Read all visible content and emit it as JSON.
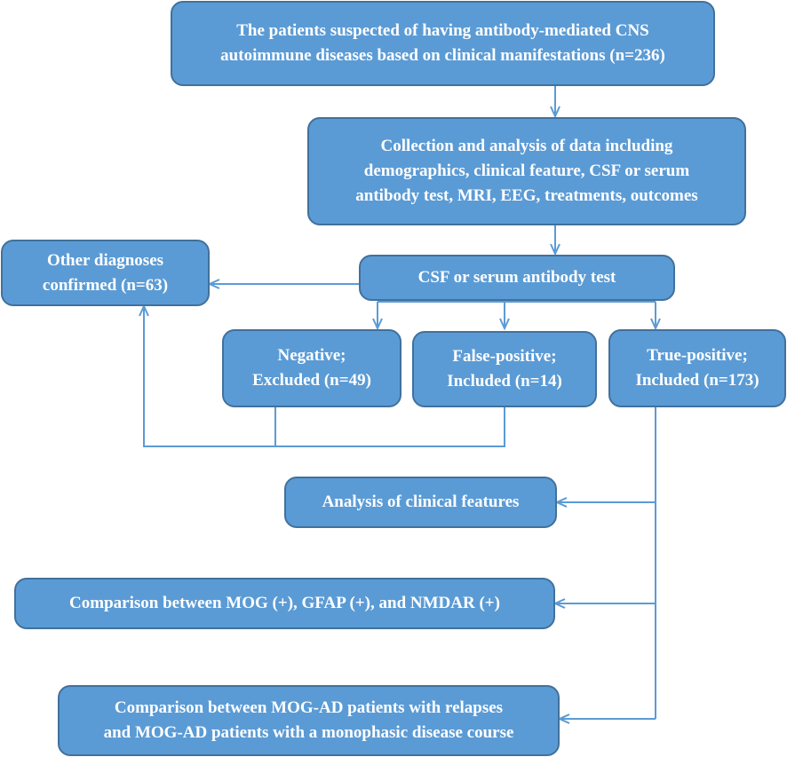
{
  "boxes": {
    "patients": "The patients suspected of having antibody-mediated CNS\nautoimmune diseases based on clinical manifestations (n=236)",
    "collection": "Collection and analysis of data including\ndemographics, clinical feature, CSF or serum\nantibody test, MRI, EEG, treatments, outcomes",
    "antibody_test": "CSF or serum antibody test",
    "other_diagnoses": "Other diagnoses\nconfirmed (n=63)",
    "negative": "Negative;\nExcluded (n=49)",
    "false_positive": "False-positive;\nIncluded (n=14)",
    "true_positive": "True-positive;\nIncluded (n=173)",
    "clinical_features": "Analysis of clinical features",
    "comparison_antibodies": "Comparison between MOG (+), GFAP (+), and NMDAR (+)",
    "comparison_mogad": "Comparison between MOG-AD patients with relapses\nand MOG-AD patients with a monophasic disease course"
  },
  "colors": {
    "box_fill": "#5b9bd5",
    "box_border": "#41719c",
    "connector": "#5b9bd5",
    "text": "#ffffff"
  }
}
